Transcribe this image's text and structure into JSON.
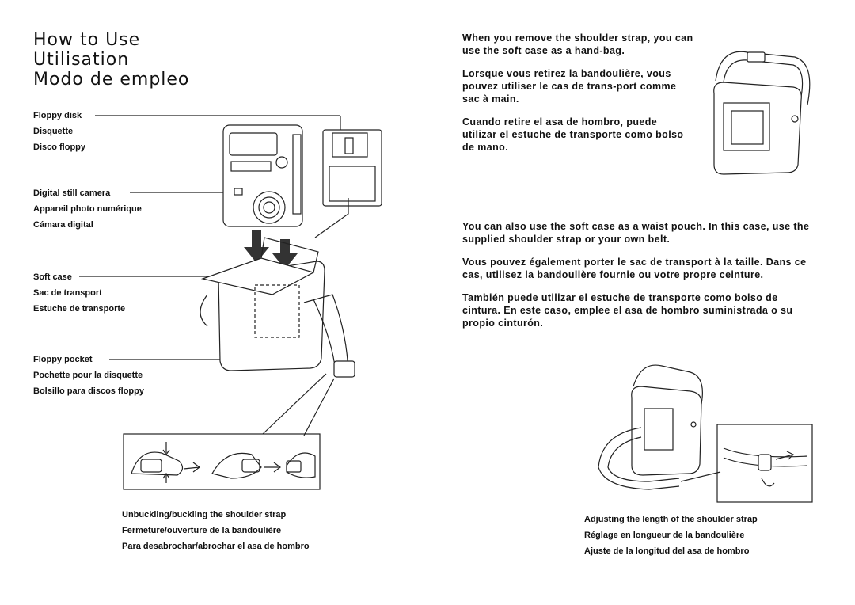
{
  "titles": [
    "How to Use",
    "Utilisation",
    "Modo de empleo"
  ],
  "labels": {
    "floppy_disk": [
      "Floppy disk",
      "Disquette",
      "Disco floppy"
    ],
    "camera": [
      "Digital still camera",
      "Appareil photo numérique",
      "Cámara digital"
    ],
    "soft_case": [
      "Soft case",
      "Sac de transport",
      "Estuche de transporte"
    ],
    "floppy_pocket": [
      "Floppy pocket",
      "Pochette pour la disquette",
      "Bolsillo para discos floppy"
    ]
  },
  "captions": {
    "buckle": [
      "Unbuckling/buckling the shoulder strap",
      "Fermeture/ouverture de la bandoulière",
      "Para desabrochar/abrochar el asa de hombro"
    ],
    "adjust": [
      "Adjusting the length of the shoulder strap",
      "Réglage en longueur de la bandoulière",
      "Ajuste de la longitud del asa de hombro"
    ]
  },
  "handbag_text": [
    "When you remove the shoulder strap, you can use the soft case as a hand-bag.",
    "Lorsque vous retirez la bandoulière, vous pouvez utiliser le cas de trans-port comme sac à main.",
    "Cuando retire el asa de hombro, puede utilizar el estuche de transporte como bolso de mano."
  ],
  "waist_text": [
    "You can also use the soft case as a waist pouch. In this case, use the supplied shoulder strap or your own belt.",
    "Vous pouvez également porter le sac de transport à la taille. Dans ce cas, utilisez la bandoulière fournie ou votre propre ceinture.",
    "También puede utilizar el estuche de transporte como bolso de cintura. En este caso, emplee el asa de hombro suministrada o su propio cinturón."
  ]
}
